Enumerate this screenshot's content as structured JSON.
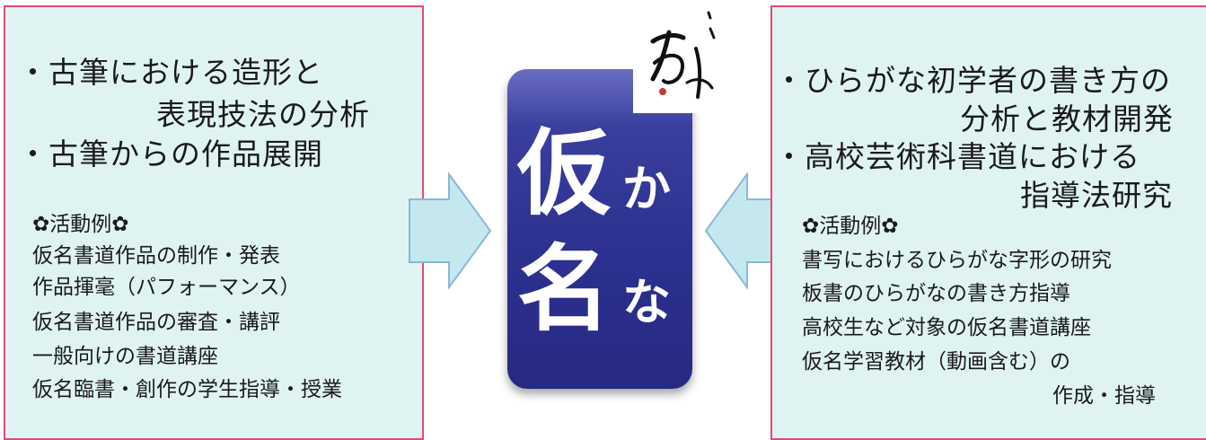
{
  "left_panel": {
    "lines": [
      "・古筆における造形と",
      "表現技法の分析",
      "・古筆からの作品展開"
    ],
    "activity_header": "✿活動例✿",
    "activities": [
      "仮名書道作品の制作・発表",
      "作品揮毫（パフォーマンス）",
      "仮名書道作品の審査・講評",
      "一般向けの書道講座",
      "仮名臨書・創作の学生指導・授業"
    ]
  },
  "center": {
    "char_1": "仮",
    "char_2": "か",
    "char_3": "名",
    "char_4": "な"
  },
  "right_panel": {
    "lines": [
      "・ひらがな初学者の書き方の",
      "分析と教材開発",
      "・高校芸術科書道における",
      "指導法研究"
    ],
    "activity_header": "✿活動例✿",
    "activities": [
      "書写におけるひらがな字形の研究",
      "板書のひらがなの書き方指導",
      "高校生など対象の仮名書道講座",
      "仮名学習教材（動画含む）の",
      "作成・指導"
    ]
  },
  "colors": {
    "panel_bg": "#dff4f2",
    "panel_border": "#e04a78",
    "card_blue": "#2d3190",
    "arrow_fill": "#c5e8ee",
    "arrow_stroke": "#8ab6da"
  }
}
